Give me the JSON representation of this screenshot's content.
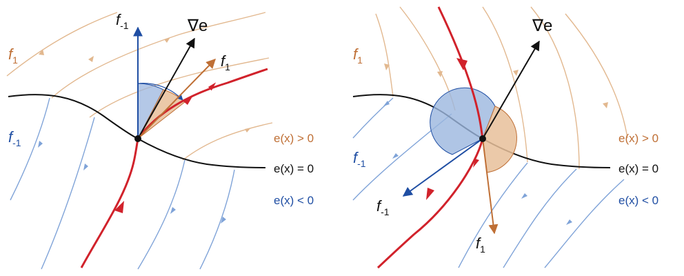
{
  "colors": {
    "orange": "#bf6f35",
    "orange_light": "#e2b88f",
    "blue": "#1f4ea3",
    "blue_light": "#7fa3d8",
    "red": "#d1222b",
    "black": "#111111",
    "blue_fill": "#9bb6df",
    "orange_fill": "#e8bf9a"
  },
  "left_panel": {
    "labels": {
      "f1_top": "f",
      "f1_top_sub": "1",
      "fm1_mid": "f",
      "fm1_mid_sub": "-1",
      "fm1_vec": "f",
      "fm1_vec_sub": "-1",
      "grad": "∇e",
      "f1_vec": "f",
      "f1_vec_sub": "1",
      "e_pos": "e(x) > 0",
      "e_zero": "e(x) = 0",
      "e_neg": "e(x) < 0"
    }
  },
  "right_panel": {
    "labels": {
      "f1_top": "f",
      "f1_top_sub": "1",
      "fm1_mid": "f",
      "fm1_mid_sub": "-1",
      "fm1_vec": "f",
      "fm1_vec_sub": "-1",
      "grad": "∇e",
      "f1_vec": "f",
      "f1_vec_sub": "1",
      "e_pos": "e(x) > 0",
      "e_zero": "e(x) = 0",
      "e_neg": "e(x) < 0"
    }
  }
}
